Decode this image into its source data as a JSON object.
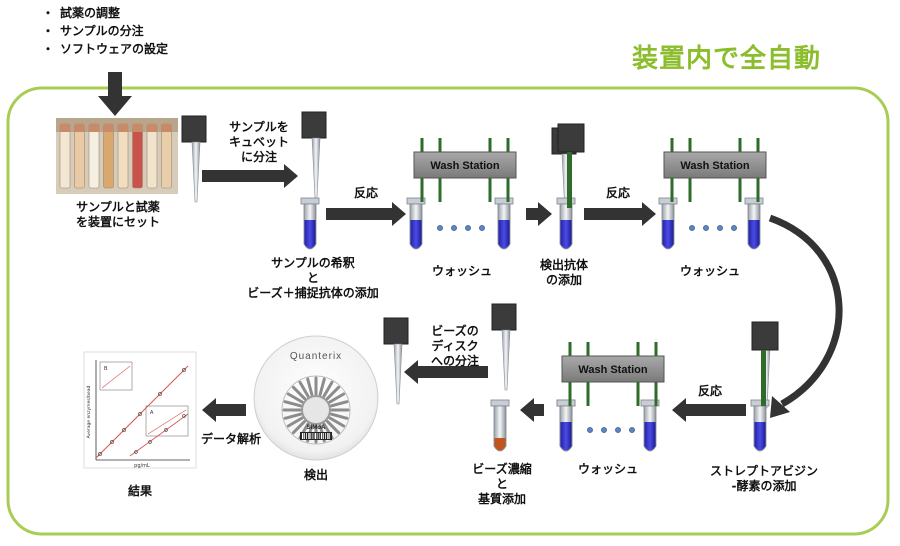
{
  "preparation_steps": [
    "試薬の調整",
    "サンプルの分注",
    "ソフトウェアの設定"
  ],
  "headline": "装置内で全自動",
  "labels": {
    "set_samples": "サンプルと試薬\nを装置にセット",
    "dispense_to_cuvette": "サンプルを\nキュベット\nに分注",
    "dilution_bead_add": "サンプルの希釈\nと\nビーズ＋捕捉抗体の添加",
    "reaction_1": "反応",
    "wash_1": "ウォッシュ",
    "detection_ab_add": "検出抗体\nの添加",
    "reaction_2": "反応",
    "wash_2": "ウォッシュ",
    "streptavidin_add": "ストレプトアビジン\n-酵素の添加",
    "reaction_3": "反応",
    "wash_3": "ウォッシュ",
    "bead_concentrate": "ビーズ濃縮\nと\n基質添加",
    "dispense_to_disc": "ビーズの\nディスク\nへの分注",
    "detection": "検出",
    "data_analysis": "データ解析",
    "result": "結果"
  },
  "wash_station_label": "Wash Station",
  "disc": {
    "brand": "Quanterix",
    "chip": "SiMoA"
  },
  "graph": {
    "xlabel": "pg/mL",
    "ylabel": "Average enzymes/bead",
    "panel_a": "A",
    "panel_b": "B"
  },
  "colors": {
    "accent_green": "#8cbd2d",
    "liquid_blue": "#3a3ad0",
    "liquid_brown": "#c0561e",
    "arrow_dark": "#333333",
    "station_gray": "#8c8c8c"
  }
}
